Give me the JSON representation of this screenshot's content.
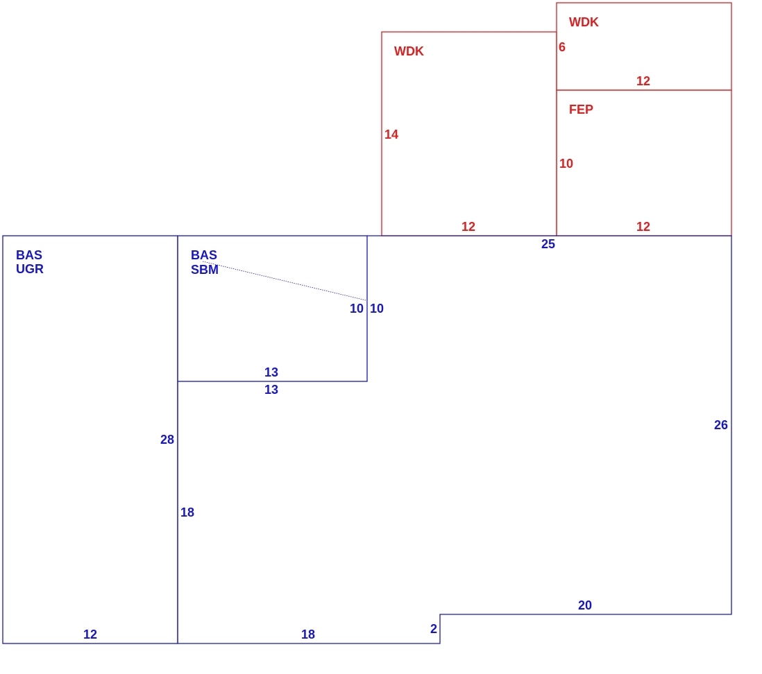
{
  "colors": {
    "main": "#1414d2",
    "addition": "#e11e1e"
  },
  "labels": {
    "bas_left": "BAS",
    "ugr": "UGR",
    "bas_mid": "BAS",
    "sbm_overlap": "SBM",
    "wdk_large": "WDK",
    "wdk_small": "WDK",
    "fep": "FEP"
  },
  "dimensions": {
    "wdk_large_height": "14",
    "wdk_large_width": "12",
    "wdk_small_height": "6",
    "wdk_small_width": "12",
    "fep_height": "10",
    "fep_width": "12",
    "main_top": "25",
    "sbm_right_inner": "10",
    "sbm_right_outer": "10",
    "sbm_bottom_inner": "13",
    "sbm_bottom_outer": "13",
    "main_right": "26",
    "left_wall": "28",
    "mid_wall": "18",
    "step_bottom": "20",
    "step_height": "2",
    "bottom_mid": "18",
    "bottom_left": "12"
  }
}
